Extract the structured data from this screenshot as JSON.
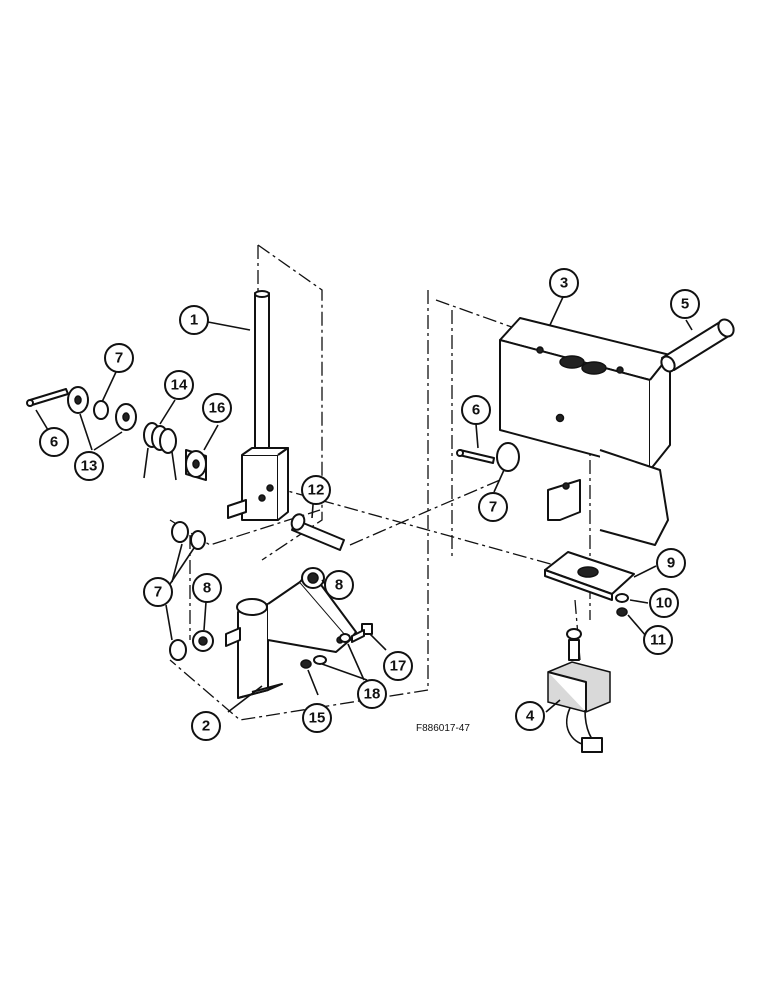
{
  "figure": {
    "reference_code": "F886017-47"
  },
  "callouts": [
    {
      "id": "c1",
      "label": "1"
    },
    {
      "id": "c2",
      "label": "2"
    },
    {
      "id": "c3",
      "label": "3"
    },
    {
      "id": "c4",
      "label": "4"
    },
    {
      "id": "c5",
      "label": "5"
    },
    {
      "id": "c6a",
      "label": "6"
    },
    {
      "id": "c6b",
      "label": "6"
    },
    {
      "id": "c7a",
      "label": "7"
    },
    {
      "id": "c7b",
      "label": "7"
    },
    {
      "id": "c7c",
      "label": "7"
    },
    {
      "id": "c8a",
      "label": "8"
    },
    {
      "id": "c8b",
      "label": "8"
    },
    {
      "id": "c9",
      "label": "9"
    },
    {
      "id": "c10",
      "label": "10"
    },
    {
      "id": "c11",
      "label": "11"
    },
    {
      "id": "c12",
      "label": "12"
    },
    {
      "id": "c13",
      "label": "13"
    },
    {
      "id": "c14",
      "label": "14"
    },
    {
      "id": "c15",
      "label": "15"
    },
    {
      "id": "c16",
      "label": "16"
    },
    {
      "id": "c17",
      "label": "17"
    },
    {
      "id": "c18",
      "label": "18"
    }
  ]
}
